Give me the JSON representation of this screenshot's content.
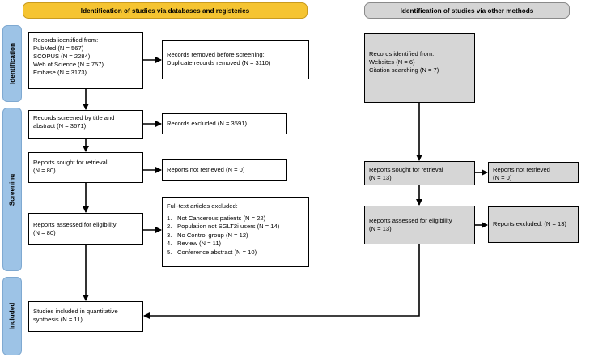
{
  "headers": {
    "databases": "Identification of studies via databases and registeries",
    "other": "Identification of studies via other methods"
  },
  "phases": {
    "identification": "Identification",
    "screening": "Screening",
    "included": "Included"
  },
  "databases": {
    "records_identified": {
      "heading": "Records identified from:",
      "lines": [
        "PubMed (N = 567)",
        "SCOPUS (N = 2284)",
        "Web of Science (N = 757)",
        "Embase (N = 3173)"
      ]
    },
    "records_removed": {
      "heading": "Records removed before screening:",
      "lines": [
        "Duplicate records removed  (N = 3110)"
      ]
    },
    "records_screened": {
      "lines": [
        "Records screened by title and",
        "abstract (N = 3671)"
      ]
    },
    "records_excluded": {
      "lines": [
        "Records excluded (N = 3591)"
      ]
    },
    "reports_sought": {
      "lines": [
        "Reports sought for retrieval",
        "(N = 80)"
      ]
    },
    "reports_not_retrieved": {
      "lines": [
        "Reports not retrieved (N = 0)"
      ]
    },
    "reports_assessed": {
      "lines": [
        "Reports assessed for eligibility",
        "(N = 80)"
      ]
    },
    "fulltext_excluded": {
      "heading": "Full-text articles excluded:",
      "items": [
        {
          "num": "1.",
          "text": "Not Cancerous patients (N = 22)"
        },
        {
          "num": "2.",
          "text": "Population not SGLT2i users (N = 14)"
        },
        {
          "num": "3.",
          "text": "No Control group (N = 12)"
        },
        {
          "num": "4.",
          "text": "Review (N = 11)"
        },
        {
          "num": "5.",
          "text": "Conference abstract (N = 10)"
        }
      ]
    },
    "studies_included": {
      "lines": [
        "Studies included in quantitative",
        "synthesis (N = 11)"
      ]
    }
  },
  "other": {
    "records_identified": {
      "heading": "Records identified from:",
      "lines": [
        "Websites (N = 6)",
        "Citation searching (N = 7)"
      ]
    },
    "reports_sought": {
      "lines": [
        "Reports sought for retrieval",
        "(N = 13)"
      ]
    },
    "reports_not_retrieved": {
      "lines": [
        "Reports not retrieved",
        "(N = 0)"
      ]
    },
    "reports_assessed": {
      "lines": [
        "Reports assessed for eligibility",
        "(N = 13)"
      ]
    },
    "reports_excluded": {
      "lines": [
        "Reports excluded: (N = 13)"
      ]
    }
  },
  "colors": {
    "header_databases": "#f5c431",
    "header_other": "#d5d5d5",
    "phase_bars": "#9dc3e6",
    "other_boxes": "#d6d6d6"
  }
}
